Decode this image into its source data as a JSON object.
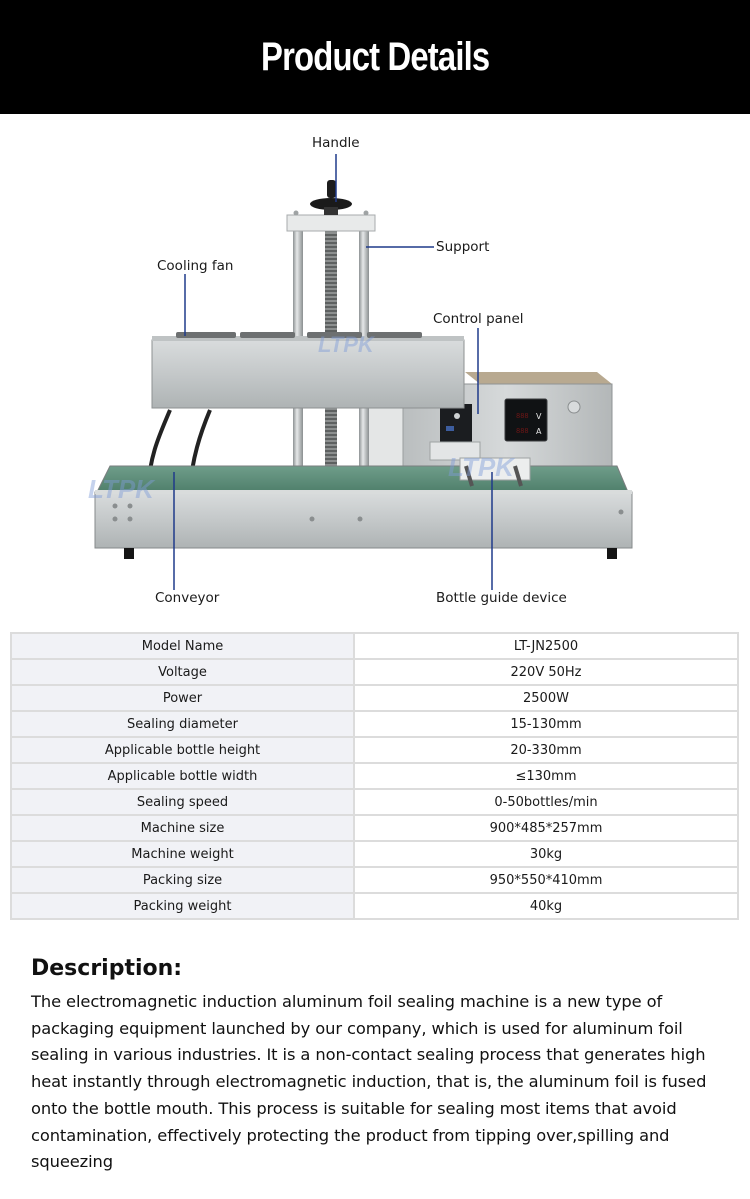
{
  "header": {
    "title": "Product Details"
  },
  "figure": {
    "watermark": "LTPK",
    "meter_units": [
      "V",
      "A"
    ],
    "labels": {
      "handle": "Handle",
      "support": "Support",
      "cooling_fan": "Cooling fan",
      "control_panel": "Control panel",
      "conveyor": "Conveyor",
      "bottle_guide": "Bottle guide device"
    },
    "callout_color": "#1f3a8a"
  },
  "specs": [
    {
      "name": "Model Name",
      "value": "LT-JN2500"
    },
    {
      "name": "Voltage",
      "value": "220V 50Hz"
    },
    {
      "name": "Power",
      "value": "2500W"
    },
    {
      "name": "Sealing diameter",
      "value": "15-130mm"
    },
    {
      "name": "Applicable bottle height",
      "value": "20-330mm"
    },
    {
      "name": "Applicable bottle width",
      "value": "≤130mm"
    },
    {
      "name": "Sealing speed",
      "value": "0-50bottles/min"
    },
    {
      "name": "Machine size",
      "value": "900*485*257mm"
    },
    {
      "name": "Machine weight",
      "value": "30kg"
    },
    {
      "name": "Packing size",
      "value": "950*550*410mm"
    },
    {
      "name": "Packing weight",
      "value": "40kg"
    }
  ],
  "description": {
    "heading": "Description:",
    "text": "The electromagnetic induction aluminum foil sealing machine is a new type of packaging equipment launched by our company, which is used for aluminum foil sealing in various industries. It is a non-contact sealing process that generates high heat instantly through electromagnetic induction, that is, the aluminum foil is fused onto the bottle mouth. This process is suitable for sealing most items that avoid contamination, effectively protecting the product from tipping over,spilling and squeezing"
  }
}
